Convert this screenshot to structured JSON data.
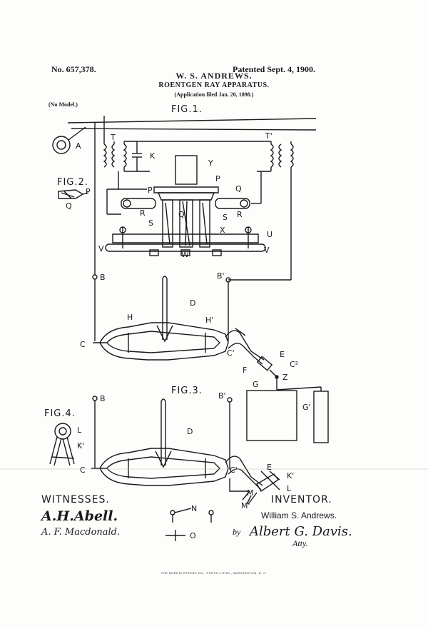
{
  "header": {
    "patent_no": "No. 657,378.",
    "patent_date": "Patented Sept. 4, 1900.",
    "inventor": "W. S. ANDREWS.",
    "title": "ROENTGEN RAY APPARATUS.",
    "application": "(Application filed Jan. 20, 1898.)",
    "model": "(No Model.)"
  },
  "figures": {
    "fig1": "FIG.1.",
    "fig2": "FIG.2.",
    "fig3": "FIG.3.",
    "fig4": "FIG.4."
  },
  "labels": {
    "A": "A",
    "T": "T",
    "T1": "T'",
    "K": "K",
    "Y": "Y",
    "P": "P",
    "Q": "Q",
    "R": "R",
    "S": "S",
    "I": "I",
    "X": "X",
    "U": "U",
    "V": "V",
    "W": "W",
    "B": "B",
    "B1": "B'",
    "C": "C",
    "C1": "C'",
    "C2": "C²",
    "D": "D",
    "H": "H",
    "H1": "H'",
    "E": "E",
    "F": "F",
    "Z": "Z",
    "G": "G",
    "G1": "G'",
    "L": "L",
    "K1": "K'",
    "M": "M",
    "M1": "M'",
    "N": "N",
    "O": "O"
  },
  "signatures": {
    "witnesses_heading": "WITNESSES.",
    "witness1": "A.H.Abell.",
    "witness2": "A. F. Macdonald.",
    "inventor_heading": "INVENTOR.",
    "inventor_name": "William S. Andrews.",
    "by": "by",
    "attorney": "Albert G. Davis.",
    "atty": "Atty."
  },
  "footer": "THE NORRIS PETERS CO., PHOTO-LITHO., WASHINGTON, D. C."
}
